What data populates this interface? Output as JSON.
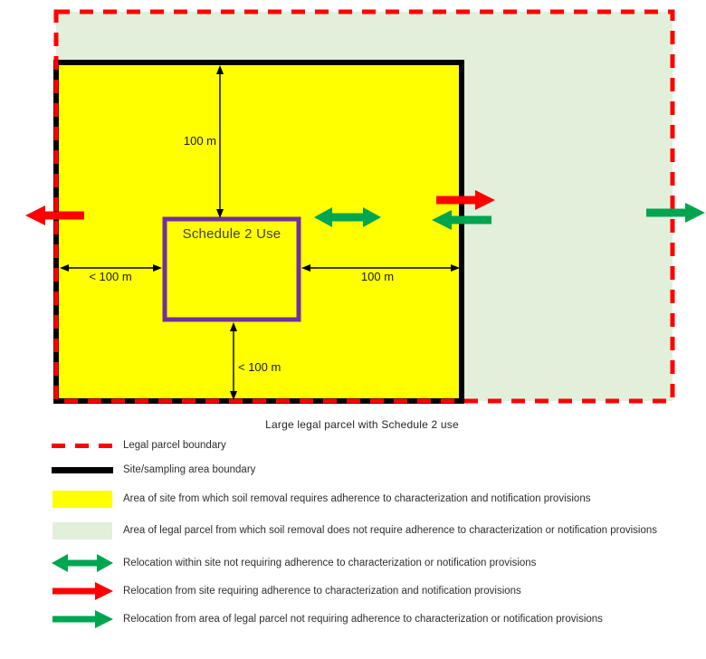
{
  "colors": {
    "red": "#FF0000",
    "green_arrow": "#00A550",
    "yellow": "#FFFF00",
    "parcel_green": "#E2EFDA",
    "purple": "#7030A0",
    "black": "#000000"
  },
  "diagram": {
    "schedule2_label": "Schedule 2 Use",
    "caption": "Large legal parcel with Schedule 2 use",
    "dimensions": {
      "top": "100 m",
      "left": "< 100 m",
      "right": "100 m",
      "bottom": "< 100 m"
    }
  },
  "legend": {
    "items": [
      {
        "label": "Legal parcel boundary"
      },
      {
        "label": "Site/sampling area boundary"
      },
      {
        "label": "Area of site from which soil removal requires adherence to characterization and notification provisions"
      },
      {
        "label": "Area of legal parcel from which soil removal does not require adherence to characterization or notification provisions"
      },
      {
        "label": "Relocation within site not requiring adherence to characterization or notification provisions"
      },
      {
        "label": "Relocation from site requiring adherence to characterization and notification provisions"
      },
      {
        "label": "Relocation from area of legal parcel not requiring adherence to characterization or notification provisions"
      }
    ]
  }
}
